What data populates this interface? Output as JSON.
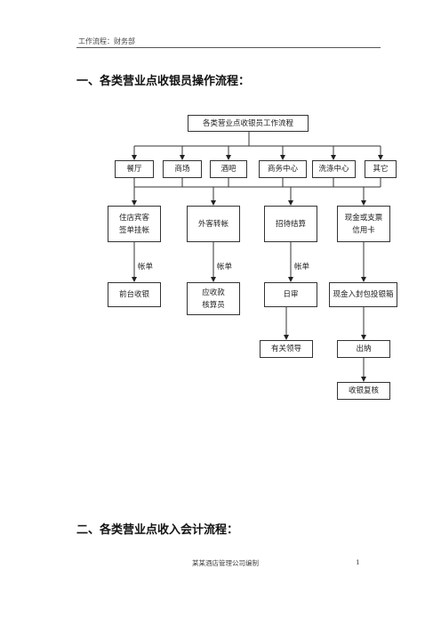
{
  "header": {
    "text": "工作流程：财务部"
  },
  "sections": [
    {
      "title": "一、各类营业点收银员操作流程："
    },
    {
      "title": "二、各类营业点收入会计流程："
    }
  ],
  "flowchart": {
    "root": "各类营业点收银员工作流程",
    "departments": [
      "餐厅",
      "商场",
      "酒吧",
      "商务中心",
      "洗涤中心",
      "其它"
    ],
    "settlement": [
      "住店宾客\n签单挂帐",
      "外客转帐",
      "招待结算",
      "现金或支票\n信用卡"
    ],
    "edge_labels": [
      "帐单",
      "帐单",
      "帐单"
    ],
    "receivers": [
      "前台收银",
      "应收款\n核算员",
      "日审",
      "现金入封包投银箱"
    ],
    "next": [
      "有关领导",
      "出纳"
    ],
    "final": "收银复核"
  },
  "footer": {
    "text": "某某酒店管理公司编制",
    "page": "1"
  }
}
